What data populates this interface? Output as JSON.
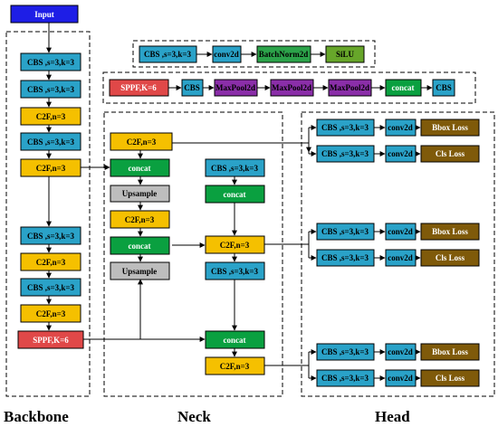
{
  "colors": {
    "input": "#1e1ee6",
    "cbs": "#2aa2c8",
    "c2f": "#f5c000",
    "sppf": "#e04848",
    "concat": "#0aa040",
    "upsample": "#bdbdbd",
    "conv2d": "#2aa2c8",
    "batchnorm": "#2ca34a",
    "silu": "#67a62a",
    "maxpool": "#8a2ea8",
    "loss": "#7f5a0a",
    "text_light": "#ffffff",
    "text_dark": "#000000",
    "line": "#000000"
  },
  "sections": {
    "backbone": "Backbone",
    "neck": "Neck",
    "head": "Head"
  },
  "blocks": {
    "input": "Input",
    "bb_cbs1": "CBS ,s=3,k=3",
    "bb_cbs2": "CBS ,s=3,k=3",
    "bb_c2f1": "C2F,n=3",
    "bb_cbs3": "CBS ,s=3,k=3",
    "bb_c2f2": "C2F,n=3",
    "bb_cbs4": "CBS ,s=3,k=3",
    "bb_c2f3": "C2F,n=3",
    "bb_cbs5": "CBS ,s=3,k=3",
    "bb_c2f4": "C2F,n=3",
    "bb_sppf": "SPPF,K=6",
    "cbs_def_cbs": "CBS ,s=3,k=3",
    "cbs_def_conv": "conv2d",
    "cbs_def_bn": "BatchNorm2d",
    "cbs_def_silu": "SiLU",
    "sppf_def_sppf": "SPPF,K=6",
    "sppf_def_cbs1": "CBS",
    "sppf_def_mp1": "MaxPool2d",
    "sppf_def_mp2": "MaxPool2d",
    "sppf_def_mp3": "MaxPool2d",
    "sppf_def_concat": "concat",
    "sppf_def_cbs2": "CBS",
    "nk_c2f1": "C2F,n=3",
    "nk_concat1": "concat",
    "nk_upsample1": "Upsample",
    "nk_c2f2": "C2F,n=3",
    "nk_concat2": "concat",
    "nk_upsample2": "Upsample",
    "nk_cbs1": "CBS ,s=3,k=3",
    "nk_concat3": "concat",
    "nk_c2f3": "C2F,n=3",
    "nk_cbs2": "CBS ,s=3,k=3",
    "nk_concat4": "concat",
    "nk_c2f4": "C2F,n=3",
    "hd1_cbs_a": "CBS ,s=3,k=3",
    "hd1_conv_a": "conv2d",
    "hd1_bbox": "Bbox Loss",
    "hd1_cbs_b": "CBS ,s=3,k=3",
    "hd1_conv_b": "conv2d",
    "hd1_cls": "Cls Loss",
    "hd2_cbs_a": "CBS ,s=3,k=3",
    "hd2_conv_a": "conv2d",
    "hd2_bbox": "Bbox Loss",
    "hd2_cbs_b": "CBS ,s=3,k=3",
    "hd2_conv_b": "conv2d",
    "hd2_cls": "Cls Loss",
    "hd3_cbs_a": "CBS ,s=3,k=3",
    "hd3_conv_a": "conv2d",
    "hd3_bbox": "Bbox Loss",
    "hd3_cbs_b": "CBS ,s=3,k=3",
    "hd3_conv_b": "conv2d",
    "hd3_cls": "Cls Loss"
  }
}
